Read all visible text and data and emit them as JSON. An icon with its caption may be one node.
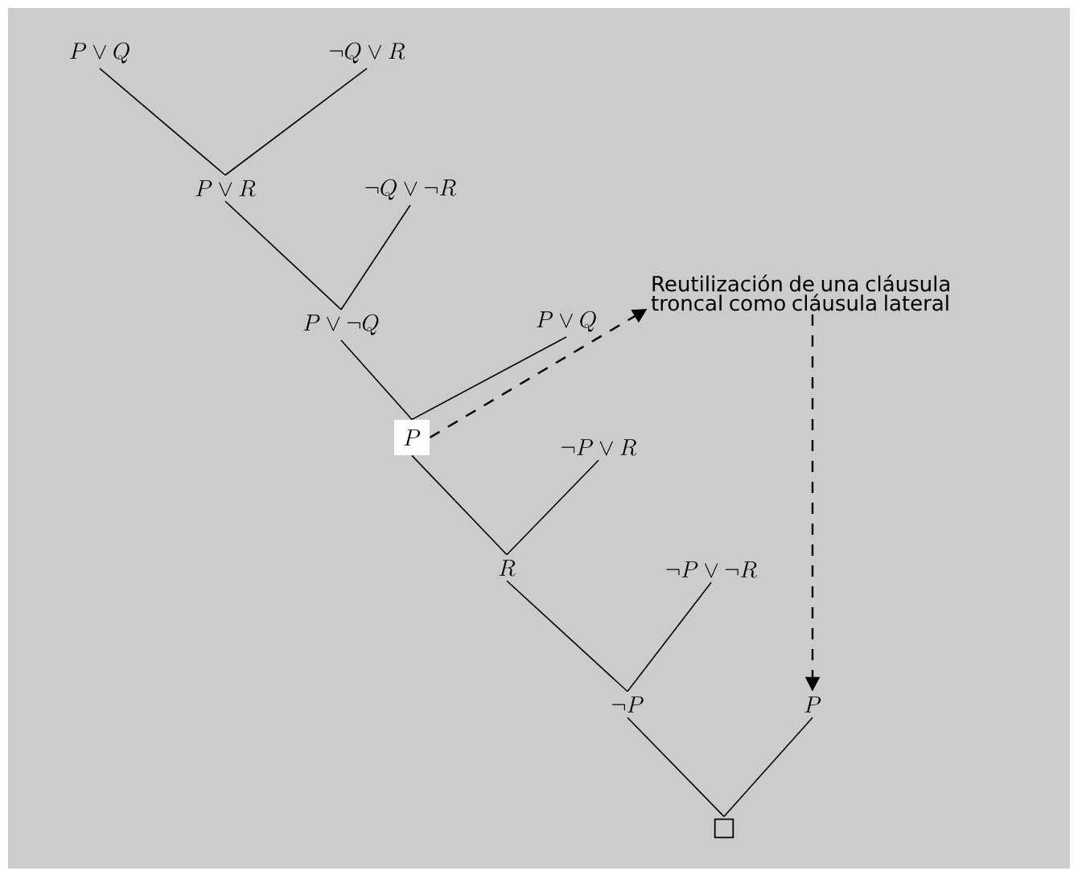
{
  "diagram": {
    "nodes": [
      {
        "text": [
          "P \\lor Q"
        ]
      },
      {
        "text": [
          "\\neg Q \\lor R"
        ]
      },
      {
        "text": [
          "P \\lor R"
        ]
      },
      {
        "text": [
          "\\neg Q \\lor \\neg R"
        ]
      },
      {
        "text": [
          "P \\lor \\neg Q"
        ]
      },
      {
        "text": [
          "P \\lor Q"
        ]
      },
      {
        "text": [
          "P"
        ]
      },
      {
        "text": [
          "\\neg P \\lor R"
        ]
      },
      {
        "text": [
          "R"
        ]
      },
      {
        "text": [
          "\\neg P \\lor \\neg R"
        ]
      },
      {
        "text": [
          "\\neg P"
        ]
      },
      {
        "text": [
          "P"
        ]
      },
      {
        "text": [
          "□"
        ]
      },
      {
        "text": [
          "Reutilización de una cláusula troncal como cláusula lateral"
        ]
      }
    ],
    "edges": [
      {
        "from": 0,
        "to": 2,
        "arrow": "none"
      },
      {
        "from": 1,
        "to": 2,
        "arrow": "none"
      },
      {
        "from": 2,
        "to": 4,
        "arrow": "none"
      },
      {
        "from": 3,
        "to": 4,
        "arrow": "none"
      },
      {
        "from": 4,
        "to": 6,
        "arrow": "none"
      },
      {
        "from": 5,
        "to": 6,
        "arrow": "none"
      },
      {
        "from": 6,
        "to": 8,
        "arrow": "none"
      },
      {
        "from": 7,
        "to": 8,
        "arrow": "none"
      },
      {
        "from": 8,
        "to": 10,
        "arrow": "none"
      },
      {
        "from": 9,
        "to": 10,
        "arrow": "none"
      },
      {
        "from": 10,
        "to": 12,
        "arrow": "none"
      },
      {
        "from": 11,
        "to": 12,
        "arrow": "none"
      },
      {
        "from": 6,
        "to": 13,
        "arrow": "to",
        "style": "dashed"
      },
      {
        "from": 13,
        "to": 11,
        "arrow": "to",
        "style": "dashed"
      }
    ]
  }
}
